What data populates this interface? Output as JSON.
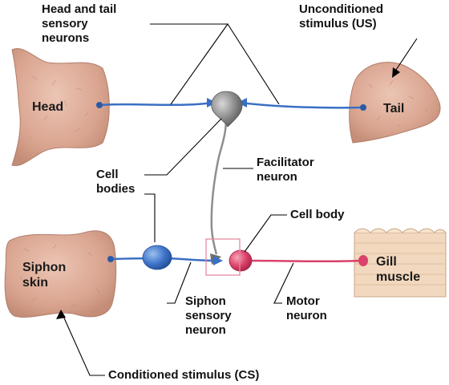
{
  "labels": {
    "head_tail_sensory": "Head and tail\nsensory\nneurons",
    "unconditioned_stimulus": "Unconditioned\nstimulus (US)",
    "head": "Head",
    "tail": "Tail",
    "cell_bodies": "Cell\nbodies",
    "facilitator_neuron": "Facilitator\nneuron",
    "cell_body": "Cell body",
    "siphon_skin": "Siphon\nskin",
    "gill_muscle": "Gill\nmuscle",
    "siphon_sensory_neuron": "Siphon\nsensory\nneuron",
    "motor_neuron": "Motor\nneuron",
    "conditioned_stimulus": "Conditioned stimulus (CS)"
  },
  "colors": {
    "sensory_neuron": "#3a6fc4",
    "facilitator_neuron": "#8e8e8e",
    "motor_neuron": "#d9426a",
    "tissue": "#d9a894",
    "muscle": "#f1d7bd",
    "synapse_box": "#e48aa0"
  }
}
